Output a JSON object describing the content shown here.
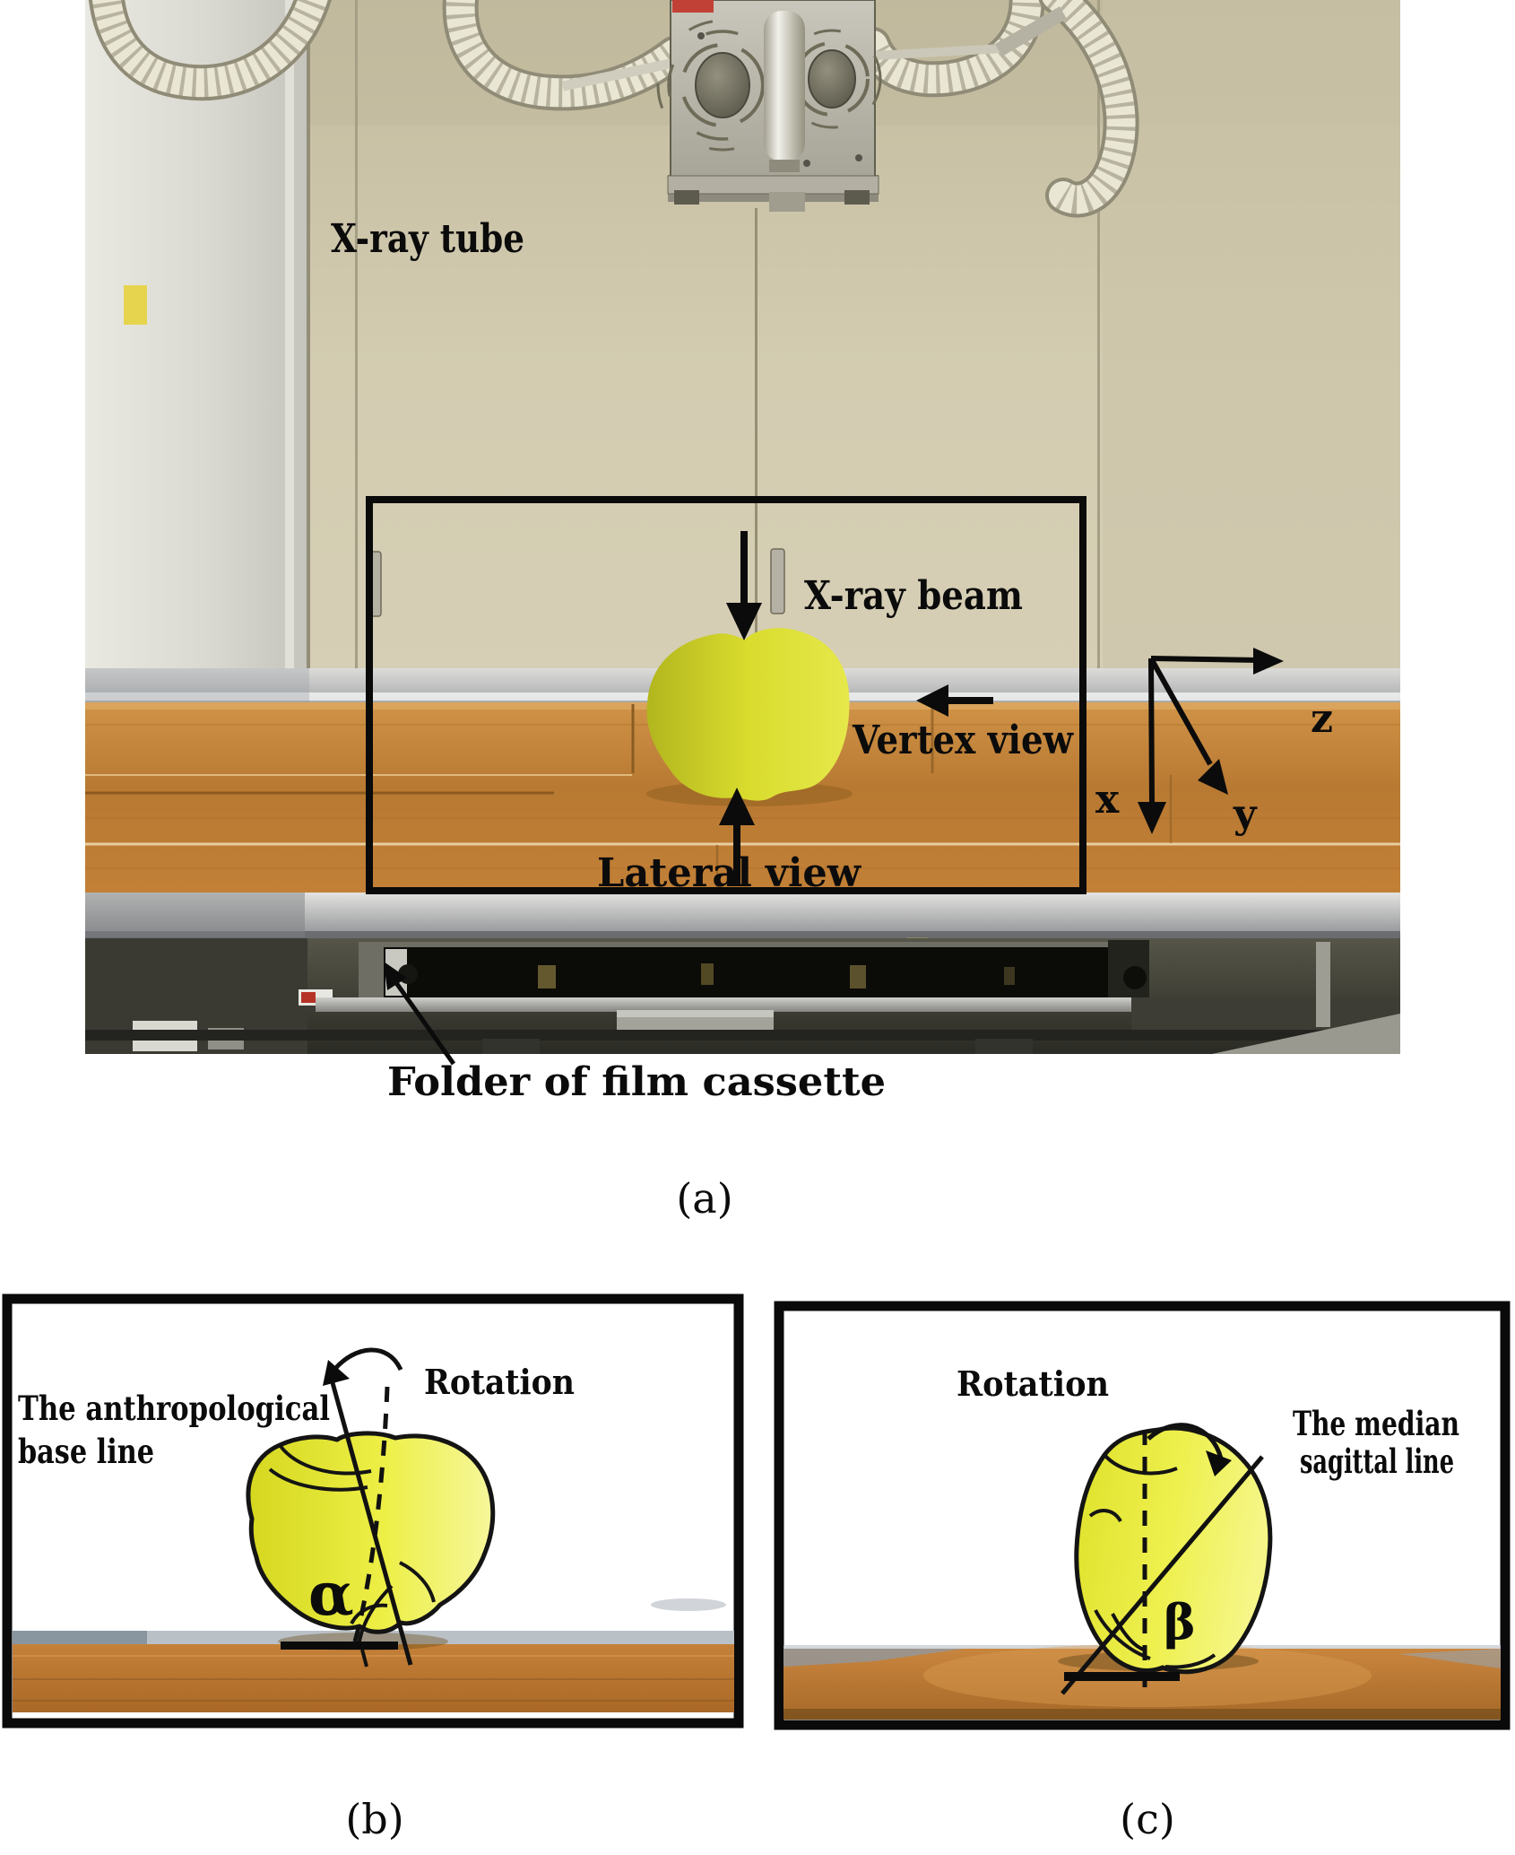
{
  "figure": {
    "panel_a": {
      "labels": {
        "xray_tube": "X-ray tube",
        "xray_beam": "X-ray beam",
        "vertex_view": "Vertex view",
        "lateral_view": "Lateral view",
        "folder": "Folder of film cassette"
      },
      "axes": {
        "x": "x",
        "y": "y",
        "z": "z"
      },
      "caption": "(a)"
    },
    "panel_b": {
      "labels": {
        "baseline_line1": "The anthropological",
        "baseline_line2": "base line",
        "rotation": "Rotation",
        "angle": "α"
      },
      "caption": "(b)"
    },
    "panel_c": {
      "labels": {
        "rotation": "Rotation",
        "median_line1": "The median",
        "median_line2": "sagittal line",
        "angle": "β"
      },
      "caption": "(c)"
    },
    "colors": {
      "annotation_black": "#0b0b0b",
      "border_black": "#0a0a0a",
      "skull_yellow": "#d9dc2d",
      "skull_yellow_bright": "#eef04e",
      "table_wood": "#bd7c33",
      "wall_beige": "#d2cbb0"
    }
  }
}
